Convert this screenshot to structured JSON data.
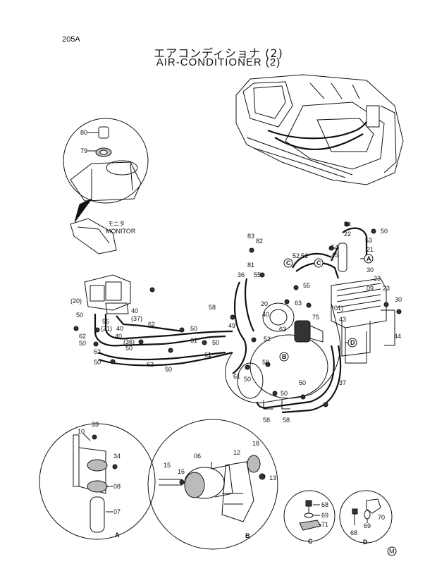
{
  "page_number": "205A",
  "title_jp": "エアコンディショナ (2)",
  "title_en": "AIR-CONDITIONER (2)",
  "monitor": {
    "label_jp": "モニタ",
    "label_en": "MONITOR"
  },
  "view_letters": [
    "A",
    "B",
    "C",
    "D"
  ],
  "copyright_mark": "M",
  "part_labels": {
    "p80": "80",
    "p79": "79",
    "p54a": "54",
    "p22": "22",
    "p50a": "50",
    "p53": "53",
    "p54b": "54",
    "p45": "45",
    "p21": "21",
    "p83": "83",
    "p82": "82",
    "p81": "81",
    "p52a": "52",
    "p51": "51",
    "p36": "36",
    "p55a": "55",
    "p55b": "55",
    "p30a": "30",
    "p23a": "23",
    "p09": "09",
    "p23b": "23",
    "p30b": "30",
    "p20a": "(20)",
    "p50b": "50",
    "p56": "56",
    "p21b": "(21)",
    "p40a": "40",
    "p37b": "(37)",
    "p62a": "62",
    "p40b": "40",
    "p40c": "40",
    "p36b": "(36)",
    "p62b": "62",
    "p50c": "50",
    "p50d": "50",
    "p62c": "62",
    "p50e": "50",
    "p58a": "58",
    "p20b": "20",
    "p40d": "40",
    "p63a": "63",
    "p01": "(01)",
    "p75": "75",
    "p43": "43",
    "p44": "44",
    "p49": "49",
    "p50f": "50",
    "p63b": "63",
    "p61a": "61",
    "p50g": "50",
    "p61b": "61",
    "p62d": "62",
    "p50h": "50",
    "p52b": "52",
    "p50i": "50",
    "p61c": "61",
    "p50j": "50",
    "p37": "37",
    "p50k": "50",
    "p50l": "50",
    "p58b": "58",
    "p58c": "58",
    "p10": "10",
    "p33": "33",
    "p34": "34",
    "p08": "08",
    "p07": "07",
    "p06": "06",
    "p15": "15",
    "p16": "16",
    "p12": "12",
    "p18": "18",
    "p13": "13",
    "p68a": "68",
    "p69a": "69",
    "p71": "71",
    "p70": "70",
    "p69b": "69",
    "p68b": "68"
  }
}
